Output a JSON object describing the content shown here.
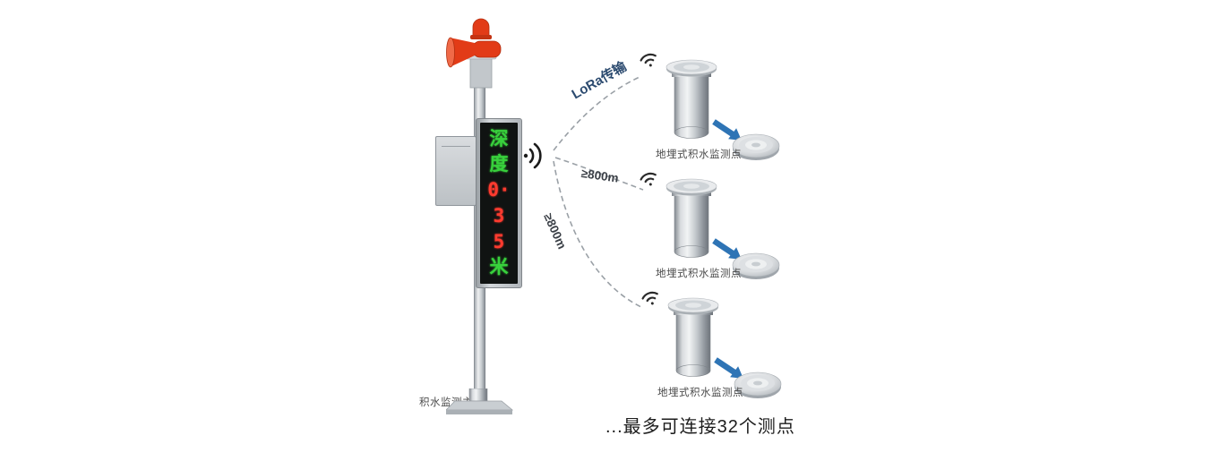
{
  "station": {
    "label": "积水监测主站",
    "display_chars": [
      "深",
      "度",
      "0·",
      "3",
      "5",
      "米"
    ]
  },
  "links": [
    {
      "label": "LoRa传输"
    },
    {
      "label": "≥800m"
    },
    {
      "label": "≥800m"
    }
  ],
  "sensors": [
    {
      "label": "地埋式积水监测点"
    },
    {
      "label": "地埋式积水监测点"
    },
    {
      "label": "地埋式积水监测点"
    }
  ],
  "caption": "...最多可连接32个测点",
  "icons": {
    "station_emitter": "wireless-broadcast-icon",
    "sensor_wifi": "wifi-icon",
    "link_arrow": "arrow-down-right-icon",
    "alarm": "siren-beacon-icon"
  },
  "colors": {
    "accent_blue": "#2e74b5",
    "led_green": "#38d13c",
    "led_red": "#ff3b2f",
    "alarm_red": "#e23b17",
    "link_text": "#2b4a6f",
    "label_text": "#4a4a4a"
  }
}
